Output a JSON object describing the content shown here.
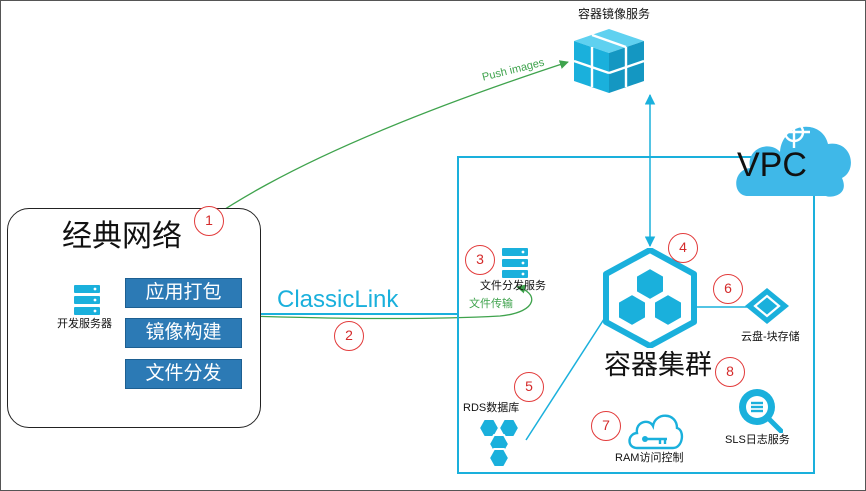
{
  "registry": {
    "label": "容器镜像服务"
  },
  "push_images": {
    "label": "Push images"
  },
  "vpc": {
    "label": "VPC"
  },
  "classic_network": {
    "title": "经典网络",
    "dev_server_label": "开发服务器",
    "tasks": [
      "应用打包",
      "镜像构建",
      "文件分发"
    ]
  },
  "classiclink": {
    "label": "ClassicLink"
  },
  "file_dist_service": {
    "label": "文件分发服务"
  },
  "file_transfer": {
    "label": "文件传输"
  },
  "container_cluster": {
    "label": "容器集群"
  },
  "cloud_disk": {
    "label": "云盘-块存储"
  },
  "rds": {
    "label": "RDS数据库"
  },
  "ram": {
    "label": "RAM访问控制"
  },
  "sls": {
    "label": "SLS日志服务"
  },
  "badges": [
    "1",
    "2",
    "3",
    "4",
    "5",
    "6",
    "7",
    "8"
  ],
  "colors": {
    "primary_blue": "#1ab0dc",
    "cloud_blue": "#3fb8e8",
    "task_button_blue": "#2c7ab5",
    "arrow_green": "#3fa34d",
    "badge_red": "#e23b3b"
  }
}
